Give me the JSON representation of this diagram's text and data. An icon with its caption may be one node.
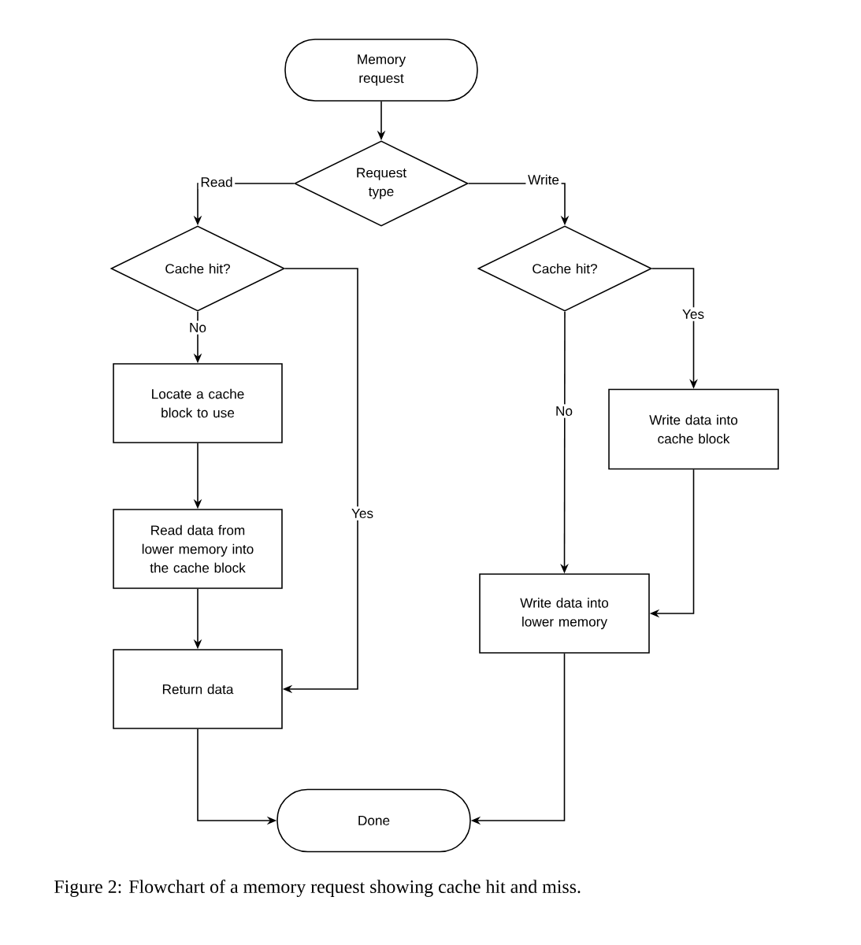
{
  "diagram": {
    "caption": "Figure 2: Flowchart of a memory request showing cache hit and miss.",
    "nodes": [
      {
        "text": [
          "Memory request"
        ]
      },
      {
        "text": [
          "Request type"
        ]
      },
      {
        "text": [
          "Cache hit?"
        ]
      },
      {
        "text": [
          "Cache hit?"
        ]
      },
      {
        "text": [
          "Locate a cache block to use"
        ]
      },
      {
        "text": [
          "Read data from lower memory into the cache block"
        ]
      },
      {
        "text": [
          "Return data"
        ]
      },
      {
        "text": [
          "Write data into cache block"
        ]
      },
      {
        "text": [
          "Write data into lower memory"
        ]
      },
      {
        "text": [
          "Done"
        ]
      }
    ],
    "edges": [
      {
        "from": 0,
        "to": 1,
        "arrow": "to"
      },
      {
        "from": 1,
        "to": 2,
        "arrow": "to",
        "label": "Read"
      },
      {
        "from": 1,
        "to": 3,
        "arrow": "to",
        "label": "Write"
      },
      {
        "from": 2,
        "to": 4,
        "arrow": "to",
        "label": "No"
      },
      {
        "from": 2,
        "to": 6,
        "arrow": "to",
        "label": "Yes"
      },
      {
        "from": 3,
        "to": 8,
        "arrow": "to",
        "label": "No"
      },
      {
        "from": 3,
        "to": 7,
        "arrow": "to",
        "label": "Yes"
      },
      {
        "from": 4,
        "to": 5,
        "arrow": "to"
      },
      {
        "from": 5,
        "to": 6,
        "arrow": "to"
      },
      {
        "from": 7,
        "to": 8,
        "arrow": "to"
      },
      {
        "from": 6,
        "to": 9,
        "arrow": "to"
      },
      {
        "from": 8,
        "to": 9,
        "arrow": "to"
      }
    ]
  }
}
